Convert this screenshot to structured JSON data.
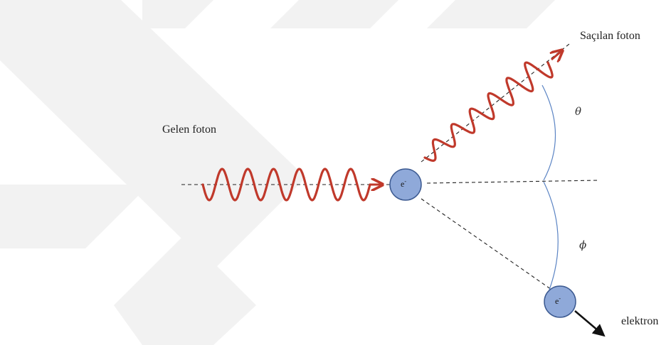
{
  "labels": {
    "incoming_photon": "Gelen foton",
    "scattered_photon": "Saçılan foton",
    "electron": "elektron",
    "theta": "θ",
    "phi": "ϕ"
  },
  "particles": {
    "symbol": "e",
    "charge": "-"
  },
  "colors": {
    "wave": "#c0392b",
    "electron_fill": "#8fa9d9",
    "electron_stroke": "#3c5a91",
    "angle_arc": "#5b84c4",
    "dashed_line": "#222222",
    "watermark": "#f1f1f1"
  }
}
